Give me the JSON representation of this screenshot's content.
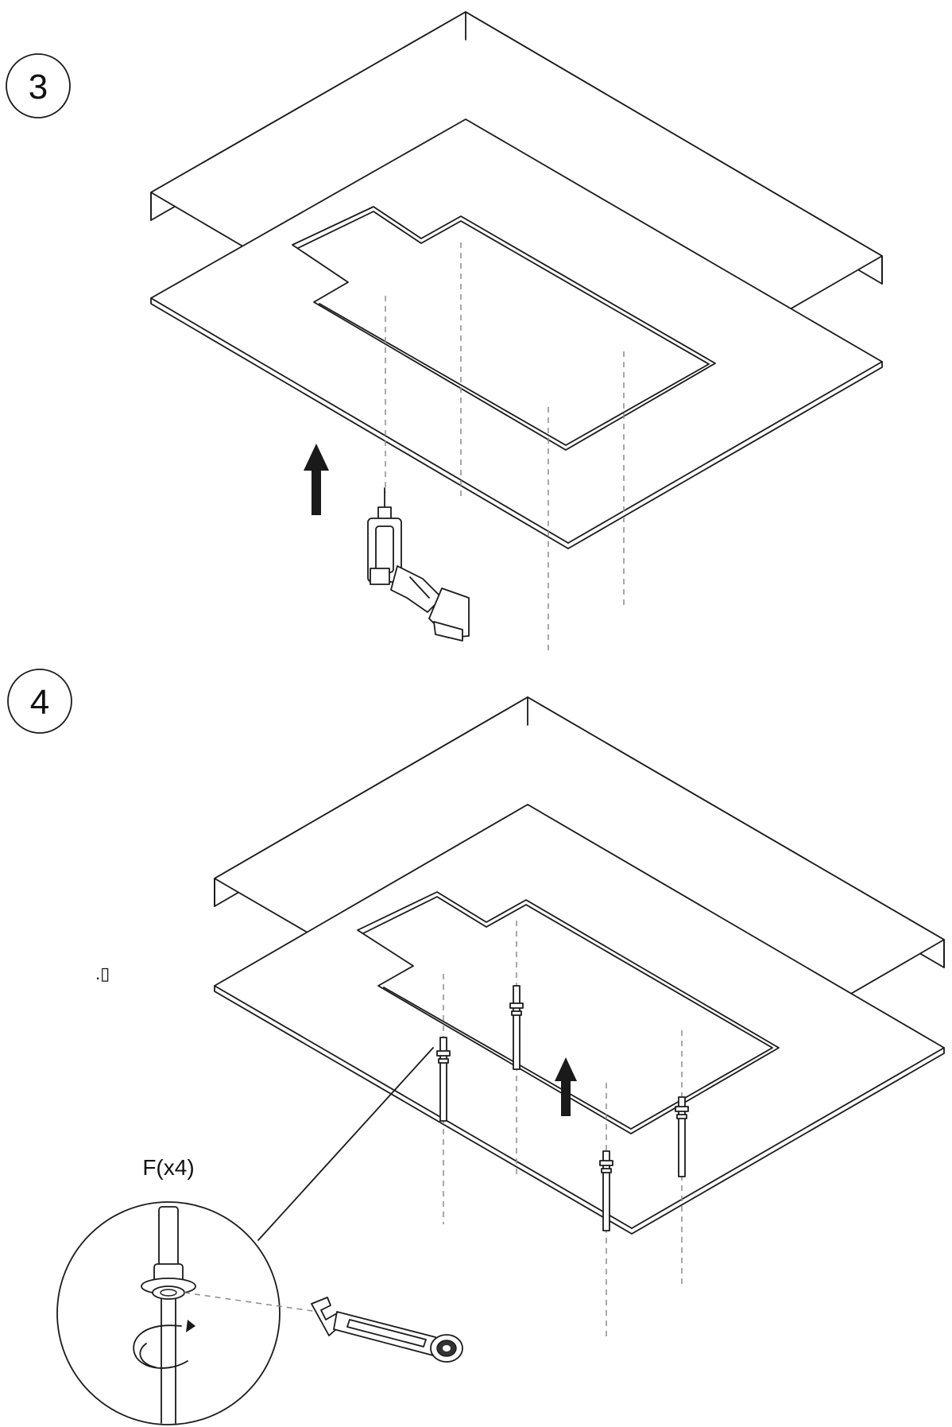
{
  "steps": [
    {
      "number": "3",
      "tool": "drill"
    },
    {
      "number": "4",
      "tool": "wrench",
      "callout_label": "F(x4)",
      "stray_mark": ".▯"
    }
  ],
  "colors": {
    "line": "#1a1a1a",
    "dashed_guide": "#8c8c8c",
    "background": "#ffffff"
  },
  "icons": [
    "drill-icon",
    "wrench-icon",
    "up-arrow-icon",
    "rotate-arrow-icon",
    "anchor-bolt-icon"
  ]
}
